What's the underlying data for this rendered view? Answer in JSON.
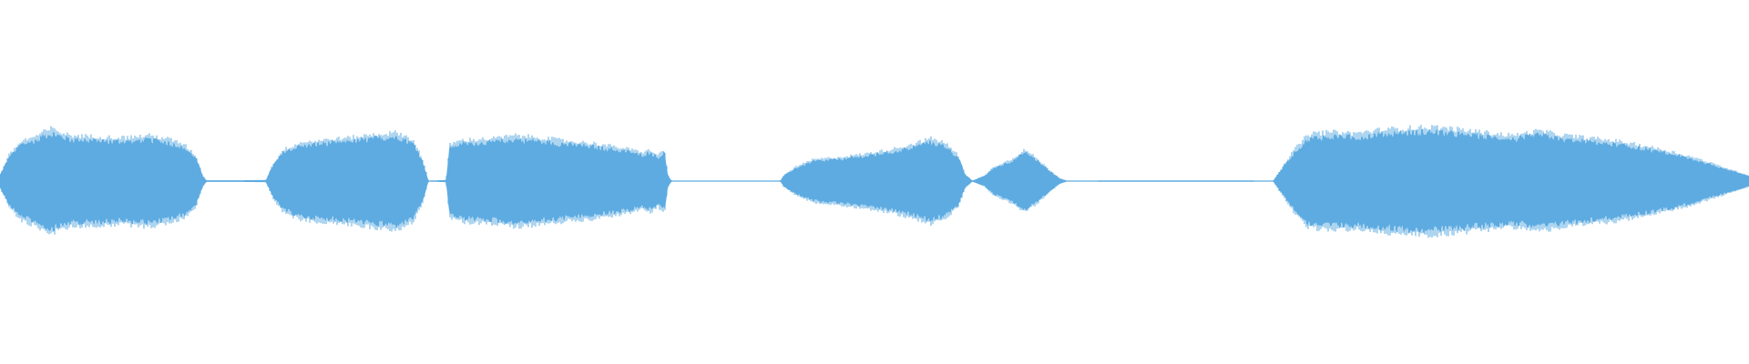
{
  "waveform": {
    "color": "#5dabe1",
    "background": "#ffffff",
    "envelope_points": [
      [
        0.0,
        0.12
      ],
      [
        0.005,
        0.45
      ],
      [
        0.012,
        0.7
      ],
      [
        0.02,
        0.78
      ],
      [
        0.029,
        0.92
      ],
      [
        0.04,
        0.8
      ],
      [
        0.055,
        0.78
      ],
      [
        0.07,
        0.76
      ],
      [
        0.085,
        0.8
      ],
      [
        0.095,
        0.75
      ],
      [
        0.105,
        0.65
      ],
      [
        0.112,
        0.45
      ],
      [
        0.116,
        0.1
      ],
      [
        0.118,
        0.015
      ],
      [
        0.135,
        0.015
      ],
      [
        0.152,
        0.02
      ],
      [
        0.156,
        0.3
      ],
      [
        0.162,
        0.55
      ],
      [
        0.172,
        0.68
      ],
      [
        0.185,
        0.72
      ],
      [
        0.2,
        0.76
      ],
      [
        0.215,
        0.82
      ],
      [
        0.228,
        0.85
      ],
      [
        0.237,
        0.7
      ],
      [
        0.242,
        0.35
      ],
      [
        0.245,
        0.01
      ],
      [
        0.255,
        0.02
      ],
      [
        0.257,
        0.65
      ],
      [
        0.265,
        0.72
      ],
      [
        0.28,
        0.74
      ],
      [
        0.295,
        0.8
      ],
      [
        0.31,
        0.76
      ],
      [
        0.325,
        0.7
      ],
      [
        0.34,
        0.66
      ],
      [
        0.352,
        0.6
      ],
      [
        0.36,
        0.56
      ],
      [
        0.367,
        0.5
      ],
      [
        0.372,
        0.55
      ],
      [
        0.376,
        0.45
      ],
      [
        0.38,
        0.55
      ],
      [
        0.382,
        0.1
      ],
      [
        0.384,
        0.01
      ],
      [
        0.398,
        0.01
      ],
      [
        0.4,
        0.0
      ],
      [
        0.418,
        0.0
      ],
      [
        0.42,
        0.01
      ],
      [
        0.432,
        0.01
      ],
      [
        0.434,
        0.0
      ],
      [
        0.446,
        0.0
      ],
      [
        0.448,
        0.1
      ],
      [
        0.455,
        0.25
      ],
      [
        0.465,
        0.38
      ],
      [
        0.48,
        0.42
      ],
      [
        0.495,
        0.48
      ],
      [
        0.51,
        0.56
      ],
      [
        0.522,
        0.65
      ],
      [
        0.532,
        0.75
      ],
      [
        0.54,
        0.68
      ],
      [
        0.548,
        0.45
      ],
      [
        0.552,
        0.12
      ],
      [
        0.556,
        0.01
      ],
      [
        0.563,
        0.1
      ],
      [
        0.568,
        0.25
      ],
      [
        0.578,
        0.38
      ],
      [
        0.586,
        0.55
      ],
      [
        0.592,
        0.42
      ],
      [
        0.6,
        0.2
      ],
      [
        0.606,
        0.05
      ],
      [
        0.61,
        0.01
      ],
      [
        0.64,
        0.012
      ],
      [
        0.68,
        0.012
      ],
      [
        0.71,
        0.012
      ],
      [
        0.728,
        0.01
      ],
      [
        0.732,
        0.2
      ],
      [
        0.74,
        0.55
      ],
      [
        0.748,
        0.82
      ],
      [
        0.76,
        0.86
      ],
      [
        0.775,
        0.84
      ],
      [
        0.79,
        0.9
      ],
      [
        0.805,
        0.93
      ],
      [
        0.82,
        0.95
      ],
      [
        0.835,
        0.9
      ],
      [
        0.85,
        0.85
      ],
      [
        0.865,
        0.8
      ],
      [
        0.88,
        0.88
      ],
      [
        0.895,
        0.8
      ],
      [
        0.91,
        0.75
      ],
      [
        0.925,
        0.7
      ],
      [
        0.94,
        0.62
      ],
      [
        0.955,
        0.52
      ],
      [
        0.968,
        0.42
      ],
      [
        0.98,
        0.3
      ],
      [
        0.992,
        0.18
      ],
      [
        1.0,
        0.1
      ]
    ]
  }
}
